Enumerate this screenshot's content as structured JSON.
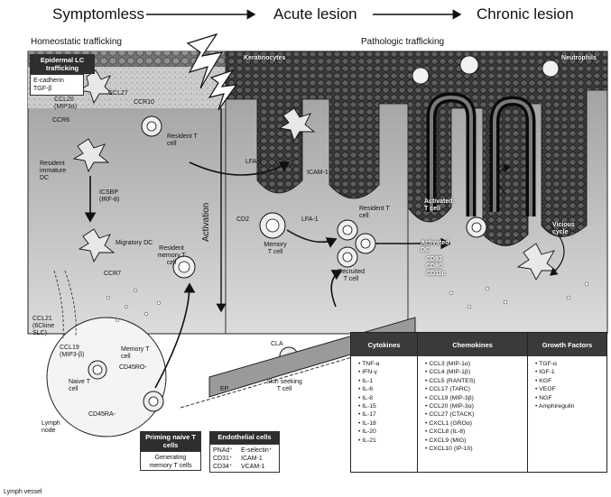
{
  "stages": {
    "symptomless": "Symptomless",
    "acute": "Acute lesion",
    "chronic": "Chronic lesion"
  },
  "subtitles": {
    "homeostatic": "Homeostatic trafficking",
    "pathologic": "Pathologic trafficking"
  },
  "activation": "Activation",
  "boxes": {
    "epidermal_title": "Epidermal LC trafficking",
    "epidermal_body": [
      "E-cadherin",
      "TGF-β"
    ],
    "priming_title": "Priming naive T cells",
    "priming_body": "Generating memory T cells",
    "endothelial_title": "Endothelial cells",
    "endothelial_left": [
      "PNAd⁺",
      "CD31⁺",
      "CD34⁺"
    ],
    "endothelial_right": [
      "E-selectin⁺",
      "ICAM-1",
      "VCAM-1"
    ]
  },
  "labels": {
    "keratinocytes": "Keratinocytes",
    "neutrophils": "Neutrophils",
    "ccl20": "CCL20",
    "mip3a": "(MIP3α)",
    "ccr6": "CCR6",
    "ccr10": "CCR10",
    "ccl27": "CCL27",
    "resident_t": "Resident T cell",
    "resident_immature_dc": "Resident immature DC",
    "icsbp": "ICSBP (IRF-8)",
    "migratory_dc": "Migratory DC",
    "ccr7": "CCR7",
    "resident_memory": "Resident memory T cell",
    "ccl21": "CCL21 (6Ckine SLC)",
    "ccl19": "CCL19 (MIP3-β)",
    "memory_tcell": "Memory T cell",
    "cd45ro": "CD45RO-",
    "naive_tcell": "Naive T cell",
    "cd45ra": "CD45RA-",
    "lymph_node": "Lymph node",
    "lfa1": "LFA-1",
    "icam1": "ICAM-1",
    "cd2": "CD2",
    "memory_tcell2": "Memory T cell",
    "resident_tcell2": "Resident T cell",
    "recruited_t": "Recruited T cell",
    "activated_t": "Activated T cell",
    "activated_dc": "Activated DC",
    "cd83": "CD83",
    "cd80": "CD80",
    "cd11c": "CD11c",
    "vicious_cycle": "Vicious cycle",
    "cla": "CLA",
    "skin_seeking": "Skin seeking T cell",
    "ep": "EP",
    "footnote": "Lymph vessel"
  },
  "legend": {
    "cytokines_title": "Cytokines",
    "cytokines": [
      "TNF-α",
      "IFN-γ",
      "IL-1",
      "IL-6",
      "IL-8",
      "IL-15",
      "IL-17",
      "IL-18",
      "IL-20",
      "IL-21"
    ],
    "chemokines_title": "Chemokines",
    "chemokines": [
      "CCL3 (MIP-1α)",
      "CCL4 (MIP-1β)",
      "CCL5 (RANTES)",
      "CCL17 (TARC)",
      "CCL19 (MIP-3β)",
      "CCL20 (MIP-3α)",
      "CCL27 (CTACK)",
      "CXCL1 (GROα)",
      "CXCL8 (IL-8)",
      "CXCL9 (MIG)",
      "CXCL10 (IP-10)"
    ],
    "growth_title": "Growth Factors",
    "growth": [
      "TGF-α",
      "IGF-1",
      "KGF",
      "VEGF",
      "NGF",
      "Amphiregulin"
    ]
  },
  "colors": {
    "ink": "#111111",
    "dark_panel": "#2e2e2e",
    "tissue": "#cfcfcf",
    "cell_fill": "#e8e8e8"
  }
}
